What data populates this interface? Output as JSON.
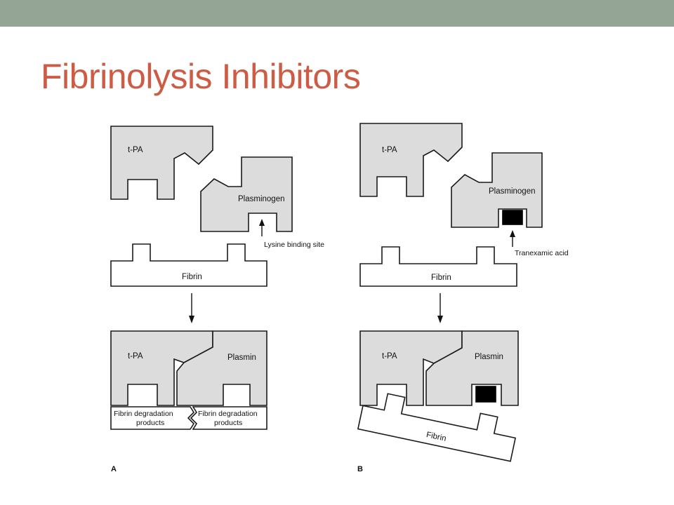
{
  "slide": {
    "title": "Fibrinolysis Inhibitors",
    "colors": {
      "title": "#cd5c45",
      "top_bar": "#95a595",
      "shape_fill": "#dcdcdc",
      "outline": "#1a1a1a"
    }
  },
  "panel_a": {
    "label": "A",
    "tpa": "t-PA",
    "plasminogen": "Plasminogen",
    "lysine_site": "Lysine binding site",
    "fibrin": "Fibrin",
    "tpa_bottom": "t-PA",
    "plasmin": "Plasmin",
    "fdp_left_line1": "Fibrin degradation",
    "fdp_left_line2": "products",
    "fdp_right_line1": "Fibrin degradation",
    "fdp_right_line2": "products"
  },
  "panel_b": {
    "label": "B",
    "tpa": "t-PA",
    "plasminogen": "Plasminogen",
    "tranexamic": "Tranexamic acid",
    "fibrin": "Fibrin",
    "tpa_bottom": "t-PA",
    "plasmin": "Plasmin",
    "fibrin_bottom": "Fibrin"
  }
}
